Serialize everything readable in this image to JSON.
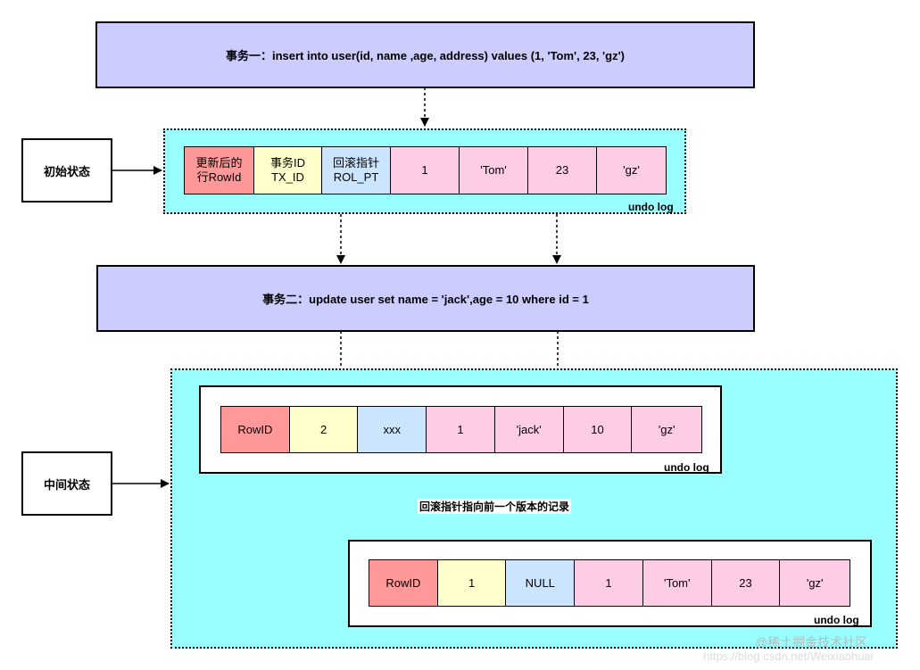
{
  "transaction1": {
    "label": "事务一：insert into user(id, name ,age, address) values (1, 'Tom', 23, 'gz')"
  },
  "transaction2": {
    "label": "事务二：update user set name = 'jack',age = 10 where id = 1"
  },
  "initial_state": {
    "label": "初始状态",
    "undo_log_label": "undo log",
    "cells": [
      "更新后的\n行RowId",
      "事务ID\nTX_ID",
      "回滚指针\nROL_PT",
      "1",
      "'Tom'",
      "23",
      "'gz'"
    ]
  },
  "middle_state": {
    "label": "中间状态",
    "current_record": {
      "undo_log_label": "undo log",
      "cells": [
        "RowID",
        "2",
        "xxx",
        "1",
        "'jack'",
        "10",
        "'gz'"
      ]
    },
    "previous_record": {
      "undo_log_label": "undo log",
      "cells": [
        "RowID",
        "1",
        "NULL",
        "1",
        "'Tom'",
        "23",
        "'gz'"
      ]
    },
    "pointer_note": "回滚指针指向前一个版本的记录"
  },
  "watermark": {
    "text": "@稀土掘金技术社区",
    "url": "https://blog.csdn.net/Weixiaohuai"
  },
  "colors": {
    "transaction_box": "#ccccff",
    "zone_fill": "#99ffff",
    "rowid_cell": "#ff9999",
    "txid_cell": "#ffffcc",
    "rollptr_cell": "#cce5ff",
    "value_cell": "#ffcce6",
    "pointer_arrow": "#e00000"
  }
}
